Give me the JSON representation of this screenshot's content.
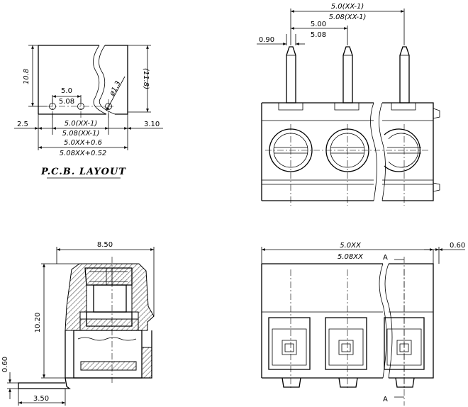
{
  "pcb_layout": {
    "title": "P.C.B. LAYOUT",
    "dim_height": "10.8",
    "dim_height_ref": "(11.8)",
    "dim_pitch_top": "5.0",
    "dim_pitch_bottom": "5.08",
    "dim_hole": "ø1.3",
    "dim_left": "2.5",
    "dim_right": "3.10",
    "dim_span_a": "5.0(XX-1)",
    "dim_span_b": "5.08(XX-1)",
    "dim_total_a": "5.0XX+0.6",
    "dim_total_b": "5.08XX+0.52"
  },
  "front_view": {
    "dim_span_a": "5.0(XX-1)",
    "dim_span_b": "5.08(XX-1)",
    "dim_pitch_a": "5.00",
    "dim_pitch_b": "5.08",
    "dim_pin": "0.90"
  },
  "side_view": {
    "dim_width": "8.50",
    "dim_height": "10.20",
    "dim_pin_thickness": "0.60",
    "dim_pin_offset": "3.50"
  },
  "top_view": {
    "dim_total_a": "5.0XX",
    "dim_total_b": "5.08XX",
    "dim_right": "0.60",
    "section_mark": "A"
  }
}
